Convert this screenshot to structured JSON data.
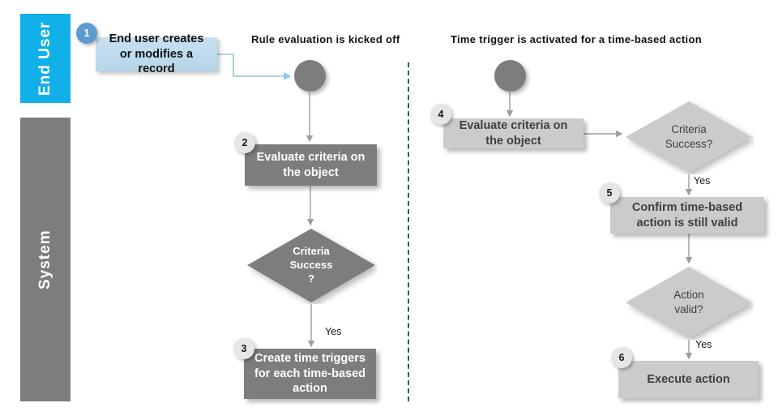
{
  "lanes": [
    {
      "id": "end-user",
      "label": "End User",
      "color": "#12b0e8"
    },
    {
      "id": "system",
      "label": "System",
      "color": "#7d7d7d"
    }
  ],
  "sections": {
    "left_title": "Rule evaluation is kicked off",
    "right_title": "Time trigger is activated for a time-based action"
  },
  "divider": {
    "style": "dashed",
    "color": "#1b5e78"
  },
  "nodes": {
    "start_left": {
      "type": "start-circle",
      "label": "",
      "color": "#7d7d7d"
    },
    "start_right": {
      "type": "start-circle",
      "label": "",
      "color": "#7d7d7d"
    },
    "step1": {
      "number": "1",
      "label": "End user creates or modifies a record",
      "fill": "#bcd9ee",
      "text_color": "#111111"
    },
    "step2": {
      "number": "2",
      "label": "Evaluate criteria on the object",
      "fill": "#7d7d7d",
      "text_color": "#ffffff"
    },
    "step3": {
      "number": "3",
      "label": "Create time triggers for each time-based action",
      "fill": "#7d7d7d",
      "text_color": "#ffffff"
    },
    "step4": {
      "number": "4",
      "label": "Evaluate criteria on the object",
      "fill": "#cbcbcb",
      "text_color": "#404040"
    },
    "step5": {
      "number": "5",
      "label": "Confirm time-based action is still valid",
      "fill": "#cbcbcb",
      "text_color": "#404040"
    },
    "step6": {
      "number": "6",
      "label": "Execute action",
      "fill": "#cbcbcb",
      "text_color": "#404040"
    },
    "decision_left": {
      "type": "diamond",
      "line1": "Criteria",
      "line2": "Success",
      "line3": "?",
      "fill": "#7d7d7d",
      "text_color": "#ffffff"
    },
    "decision_right_criteria": {
      "type": "diamond",
      "line1": "Criteria",
      "line2": "Success?",
      "fill": "#cbcbcb",
      "text_color": "#404040"
    },
    "decision_right_action": {
      "type": "diamond",
      "line1": "Action",
      "line2": "valid?",
      "fill": "#cbcbcb",
      "text_color": "#404040"
    }
  },
  "edges": {
    "yes_left": "Yes",
    "yes_right_criteria": "Yes",
    "yes_right_action": "Yes"
  },
  "colors": {
    "lane_enduser": "#12b0e8",
    "lane_system": "#7d7d7d",
    "dark_box": "#7d7d7d",
    "light_box": "#cbcbcb",
    "blue_box": "#bcd9ee",
    "badge_blue": "#5b9bd0",
    "badge_gray": "#e6e6e6",
    "connector_blue": "#8fc5e8",
    "connector_gray": "#9e9e9e",
    "divider": "#1b5e78"
  }
}
